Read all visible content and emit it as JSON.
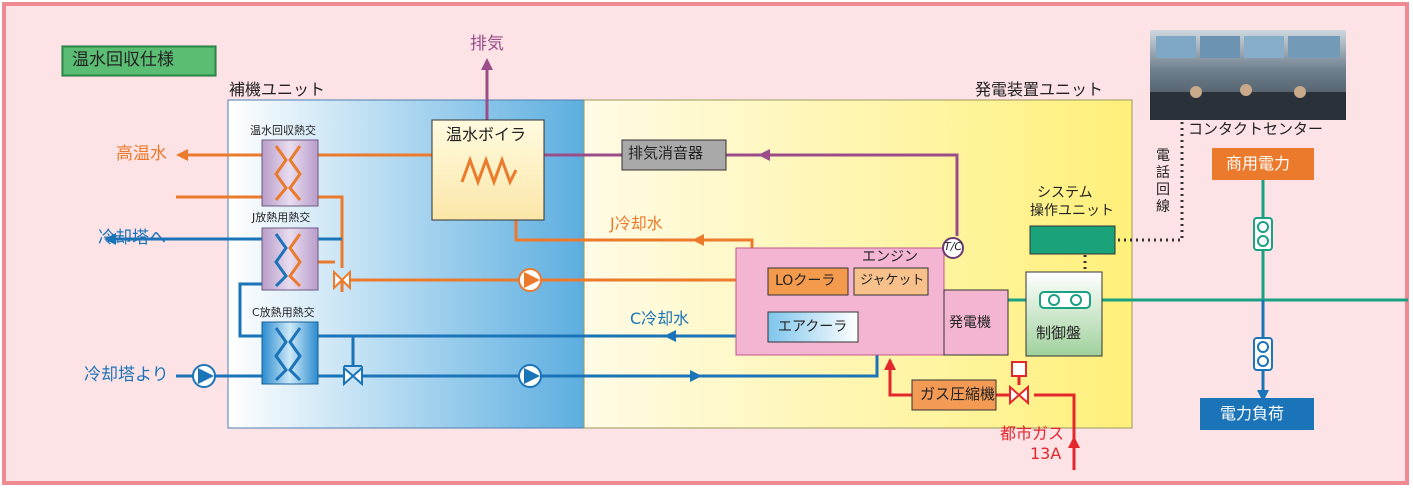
{
  "title": "温水回収仕様",
  "exhaust": "排気",
  "aux_unit": "補機ユニット",
  "gen_unit": "発電装置ユニット",
  "contact_center": "コンタクトセンター",
  "phone_line": "電話回線",
  "labels": {
    "hot_water": "高温水",
    "to_tower": "冷却塔へ",
    "from_tower": "冷却塔より",
    "hx_hot": "温水回収熱交",
    "hx_j": "J放熱用熱交",
    "hx_c": "C放熱用熱交",
    "boiler": "温水ボイラ",
    "muffler": "排気消音器",
    "j_water": "J冷却水",
    "c_water": "C冷却水",
    "engine": "エンジン",
    "lo_cooler": "LOクーラ",
    "jacket": "ジャケット",
    "air_cooler": "エアクーラ",
    "generator": "発電機",
    "tc": "T/C",
    "sys_unit_1": "システム",
    "sys_unit_2": "操作ユニット",
    "control": "制御盤",
    "grid_power": "商用電力",
    "load": "電力負荷",
    "compressor": "ガス圧縮機",
    "city_gas_1": "都市ガス",
    "city_gas_2": "13A"
  },
  "colors": {
    "hot": "#ec7a2c",
    "cool": "#1b73b8",
    "exhaust": "#9b4d8a",
    "gas": "#e4262d",
    "power": "#1aa083",
    "frame_border": "#f08a92",
    "frame_bg": "#fde3e6"
  }
}
